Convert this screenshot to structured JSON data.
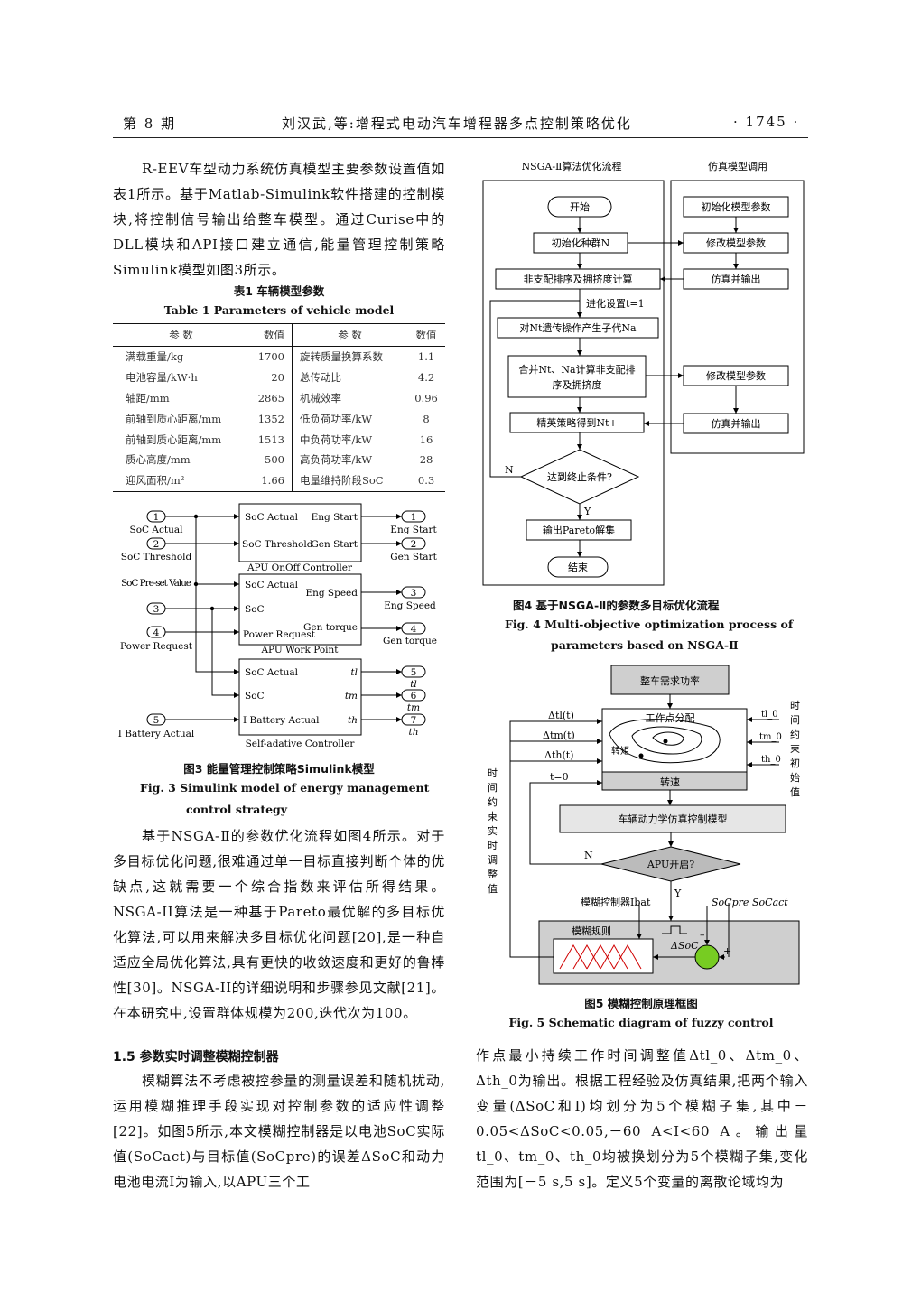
{
  "header": {
    "issue": "第 8 期",
    "title": "刘汉武,等:增程式电动汽车增程器多点控制策略优化",
    "page": "· 1745 ·"
  },
  "left": {
    "para1": "R-EEV车型动力系统仿真模型主要参数设置值如表1所示。基于Matlab-Simulink软件搭建的控制模块,将控制信号输出给整车模型。通过Curise中的DLL模块和API接口建立通信,能量管理控制策略Simulink模型如图3所示。",
    "table_title_cn": "表1 车辆模型参数",
    "table_title_en": "Table 1    Parameters of vehicle model",
    "table_headers": [
      "参  数",
      "数值",
      "参  数",
      "数值"
    ],
    "table_rows": [
      [
        "满载重量/kg",
        "1700",
        "旋转质量换算系数",
        "1.1"
      ],
      [
        "电池容量/kW·h",
        "20",
        "总传动比",
        "4.2"
      ],
      [
        "轴距/mm",
        "2865",
        "机械效率",
        "0.96"
      ],
      [
        "前轴到质心距离/mm",
        "1352",
        "低负荷功率/kW",
        "8"
      ],
      [
        "前轴到质心距离/mm",
        "1513",
        "中负荷功率/kW",
        "16"
      ],
      [
        "质心高度/mm",
        "500",
        "高负荷功率/kW",
        "28"
      ],
      [
        "迎风面积/m²",
        "1.66",
        "电量维持阶段SoC",
        "0.3"
      ]
    ],
    "fig3_cap_cn": "图3  能量管理控制策略Simulink模型",
    "fig3_cap_en1": "Fig. 3    Simulink model of energy management",
    "fig3_cap_en2": "control strategy",
    "para2": "基于NSGA-Ⅱ的参数优化流程如图4所示。对于多目标优化问题,很难通过单一目标直接判断个体的优缺点,这就需要一个综合指数来评估所得结果。NSGA-II算法是一种基于Pareto最优解的多目标优化算法,可以用来解决多目标优化问题[20],是一种自适应全局优化算法,具有更快的收敛速度和更好的鲁棒性[30]。NSGA-II的详细说明和步骤参见文献[21]。在本研究中,设置群体规模为200,迭代次为100。",
    "section": "1.5    参数实时调整模糊控制器",
    "para3": "模糊算法不考虑被控参量的测量误差和随机扰动,运用模糊推理手段实现对控制参数的适应性调整[22]。如图5所示,本文模糊控制器是以电池SoC实际值(SoCact)与目标值(SoCpre)的误差ΔSoC和动力电池电流I为输入,以APU三个工"
  },
  "fig3": {
    "in1": "1",
    "in1_label": "SoC Actual",
    "in2": "2",
    "in2_label": "SoC Threshold",
    "preset_label": "SoC Pre-set Value",
    "in3": "3",
    "in4": "4",
    "in4_label": "Power Request",
    "in5": "5",
    "in5_label": "I Battery Actual",
    "b1_in1": "SoC Actual",
    "b1_in2": "SoC Threshold",
    "b1_out1": "Eng Start",
    "b1_out2": "Gen Start",
    "b1_name": "APU OnOff Controller",
    "b2_in1": "SoC Actual",
    "b2_in2": "SoC",
    "b2_in3": "Power Request",
    "b2_out1": "Eng Speed",
    "b2_out2": "Gen torque",
    "b2_name": "APU Work Point",
    "b3_in1": "SoC Actual",
    "b3_in2": "SoC",
    "b3_in3": "I Battery Actual",
    "b3_out1": "tl",
    "b3_out2": "tm",
    "b3_out3": "th",
    "b3_name": "Self-adative Controller",
    "out1": "1",
    "out1_label": "Eng Start",
    "out2": "2",
    "out2_label": "Gen Start",
    "out3": "3",
    "out3_label": "Eng Speed",
    "out4": "4",
    "out4_label": "Gen torque",
    "out5": "5",
    "out5_label": "tl",
    "out6": "6",
    "out6_label": "tm",
    "out7": "7",
    "out7_label": "th"
  },
  "fig4": {
    "left_title": "NSGA-Ⅱ算法优化流程",
    "right_title": "仿真模型调用",
    "start": "开始",
    "init_pop": "初始化种群N",
    "sort": "非支配排序及拥挤度计算",
    "evo": "进化设置t=1",
    "genetic": "对Nt遗传操作产生子代Na",
    "merge1": "合并Nt、Na计算非支配排",
    "merge2": "序及拥挤度",
    "elite": "精英策略得到Nt+",
    "cond": "达到终止条件?",
    "n": "N",
    "y": "Y",
    "output": "输出Pareto解集",
    "end": "结束",
    "r1": "初始化模型参数",
    "r2": "修改模型参数",
    "r3": "仿真并输出",
    "r4": "修改模型参数",
    "r5": "仿真并输出",
    "cap_cn": "图4  基于NSGA-Ⅱ的参数多目标优化流程",
    "cap_en1": "Fig. 4    Multi-objective optimization process of",
    "cap_en2": "parameters based on NSGA-Ⅱ"
  },
  "fig5": {
    "demand": "整车需求功率",
    "work": "工作点分配",
    "torque": "转矩",
    "speed": "转速",
    "d1": "Δtl(t)",
    "d2": "Δtm(t)",
    "d3": "Δth(t)",
    "t0": "t=0",
    "tl0": "tl_0",
    "tm0": "tm_0",
    "th0": "th_0",
    "right_label": [
      "时",
      "间",
      "约",
      "束",
      "初",
      "始",
      "值"
    ],
    "left_label": [
      "时",
      "间",
      "约",
      "束",
      "实",
      "时",
      "调",
      "整",
      "值"
    ],
    "sim": "车辆动力学仿真控制模型",
    "apu": "APU开启?",
    "n": "N",
    "y": "Y",
    "fuzzy_ctrl": "模糊控制器Ibat",
    "socpre": "SoCpre",
    "socact": "SoCact",
    "rules": "模糊规则",
    "dsoc": "ΔSoC",
    "minus": "–",
    "plus": "+",
    "cap_cn": "图5  模糊控制原理框图",
    "cap_en": "Fig. 5    Schematic diagram of fuzzy control"
  },
  "right": {
    "para1": "作点最小持续工作时间调整值Δtl_0、Δtm_0、Δth_0为输出。根据工程经验及仿真结果,把两个输入变量(ΔSoC和I)均划分为5个模糊子集,其中－0.05<ΔSoC<0.05,－60 A<I<60 A。输出量tl_0、tm_0、th_0均被换划分为5个模糊子集,变化范围为[－5 s,5 s]。定义5个变量的离散论域均为"
  }
}
